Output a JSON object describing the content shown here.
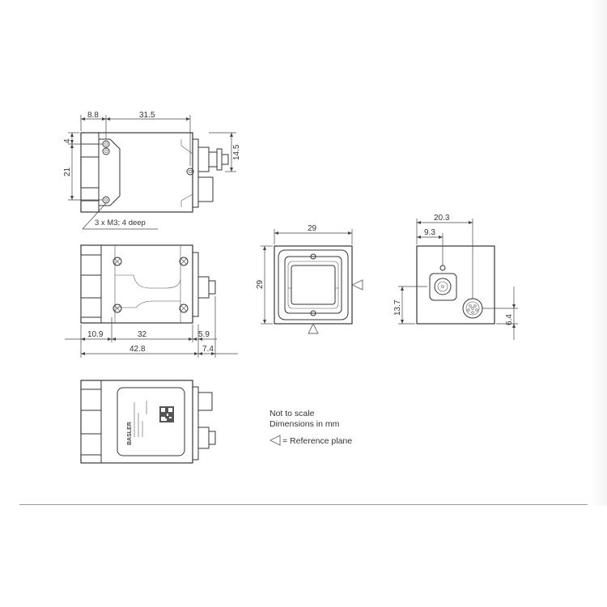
{
  "dimensions": {
    "top_view": {
      "d8_8": "8.8",
      "d31_5": "31.5",
      "d4": "4",
      "d21": "21",
      "d14_5": "14.5",
      "thread_note": "3 x M3; 4 deep"
    },
    "side_view": {
      "d10_9": "10.9",
      "d32": "32",
      "d5_9": "5.9",
      "d42_8": "42.8",
      "d7_4": "7.4"
    },
    "front_view": {
      "width": "29",
      "height": "29"
    },
    "back_view": {
      "d20_3": "20.3",
      "d9_3": "9.3",
      "d13_7": "13.7",
      "d6_4": "6.4"
    }
  },
  "label": {
    "logo": "BASLER"
  },
  "notes": {
    "line1": "Not to scale",
    "line2": "Dimensions in mm",
    "line3": "= Reference plane"
  }
}
